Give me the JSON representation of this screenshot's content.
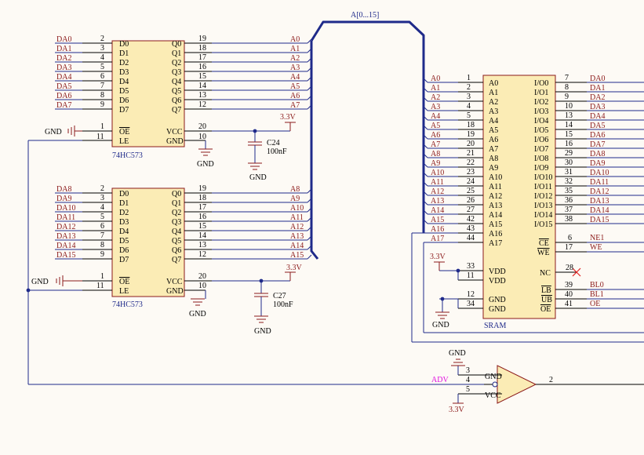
{
  "bus_name": "A[0...15]",
  "latch_top": {
    "part": "74HC573",
    "inputs": [
      "DA0",
      "DA1",
      "DA2",
      "DA3",
      "DA4",
      "DA5",
      "DA6",
      "DA7"
    ],
    "in_pins": [
      "2",
      "3",
      "4",
      "5",
      "6",
      "7",
      "8",
      "9"
    ],
    "in_names": [
      "D0",
      "D1",
      "D2",
      "D3",
      "D4",
      "D5",
      "D6",
      "D7"
    ],
    "out_names": [
      "Q0",
      "Q1",
      "Q2",
      "Q3",
      "Q4",
      "Q5",
      "Q6",
      "Q7"
    ],
    "out_pins": [
      "19",
      "18",
      "17",
      "16",
      "15",
      "14",
      "13",
      "12"
    ],
    "outputs": [
      "A0",
      "A1",
      "A2",
      "A3",
      "A4",
      "A5",
      "A6",
      "A7"
    ],
    "oe_pin": "1",
    "le_pin": "11",
    "oe_name": "OE",
    "le_name": "LE",
    "vcc_pin": "20",
    "gnd_pin": "10",
    "vcc_name": "VCC",
    "gnd_name": "GND",
    "gnd_label": "GND",
    "power_label": "3.3V",
    "cap_ref": "C24",
    "cap_value": "100nF"
  },
  "latch_bottom": {
    "part": "74HC573",
    "inputs": [
      "DA8",
      "DA9",
      "DA10",
      "DA11",
      "DA12",
      "DA13",
      "DA14",
      "DA15"
    ],
    "in_pins": [
      "2",
      "3",
      "4",
      "5",
      "6",
      "7",
      "8",
      "9"
    ],
    "in_names": [
      "D0",
      "D1",
      "D2",
      "D3",
      "D4",
      "D5",
      "D6",
      "D7"
    ],
    "out_names": [
      "Q0",
      "Q1",
      "Q2",
      "Q3",
      "Q4",
      "Q5",
      "Q6",
      "Q7"
    ],
    "out_pins": [
      "19",
      "18",
      "17",
      "16",
      "15",
      "14",
      "13",
      "12"
    ],
    "outputs": [
      "A8",
      "A9",
      "A10",
      "A11",
      "A12",
      "A13",
      "A14",
      "A15"
    ],
    "oe_pin": "1",
    "le_pin": "11",
    "oe_name": "OE",
    "le_name": "LE",
    "vcc_pin": "20",
    "gnd_pin": "10",
    "vcc_name": "VCC",
    "gnd_name": "GND",
    "gnd_label": "GND",
    "power_label": "3.3V",
    "cap_ref": "C27",
    "cap_value": "100nF"
  },
  "sram": {
    "part": "SRAM",
    "addr_nets": [
      "A0",
      "A1",
      "A2",
      "A3",
      "A4",
      "A5",
      "A6",
      "A7",
      "A8",
      "A9",
      "A10",
      "A11",
      "A12",
      "A13",
      "A14",
      "A15",
      "A16",
      "A17"
    ],
    "addr_pins": [
      "1",
      "2",
      "3",
      "4",
      "5",
      "18",
      "19",
      "20",
      "21",
      "22",
      "23",
      "24",
      "25",
      "26",
      "27",
      "42",
      "43",
      "44"
    ],
    "addr_names": [
      "A0",
      "A1",
      "A2",
      "A3",
      "A4",
      "A5",
      "A6",
      "A7",
      "A8",
      "A9",
      "A10",
      "A11",
      "A12",
      "A13",
      "A14",
      "A15",
      "A16",
      "A17"
    ],
    "io_names": [
      "I/O0",
      "I/O1",
      "I/O2",
      "I/O3",
      "I/O4",
      "I/O5",
      "I/O6",
      "I/O7",
      "I/O8",
      "I/O9",
      "I/O10",
      "I/O11",
      "I/O12",
      "I/O13",
      "I/O14",
      "I/O15"
    ],
    "io_pins": [
      "7",
      "8",
      "9",
      "10",
      "13",
      "14",
      "15",
      "16",
      "29",
      "30",
      "31",
      "32",
      "35",
      "36",
      "37",
      "38"
    ],
    "io_nets": [
      "DA0",
      "DA1",
      "DA2",
      "DA3",
      "DA4",
      "DA5",
      "DA6",
      "DA7",
      "DA8",
      "DA9",
      "DA10",
      "DA11",
      "DA12",
      "DA13",
      "DA14",
      "DA15"
    ],
    "ce_name": "CE",
    "ce_pin": "6",
    "ce_net": "NE1",
    "we_name": "WE",
    "we_pin": "17",
    "we_net": "WE",
    "vdd_name": "VDD",
    "vdd_pins": [
      "33",
      "11"
    ],
    "nc_name": "NC",
    "nc_pin": "28",
    "gnd_name": "GND",
    "gnd_pins": [
      "12",
      "34"
    ],
    "lb_name": "LB",
    "lb_pin": "39",
    "lb_net": "BL0",
    "ub_name": "UB",
    "ub_pin": "40",
    "ub_net": "BL1",
    "oe_name": "OE",
    "oe_pin": "41",
    "oe_net": "OE",
    "power_label": "3.3V",
    "gnd_label": "GND"
  },
  "inverter": {
    "net_in": "ADV",
    "in_pin": "4",
    "gnd_pin": "3",
    "gnd_name": "GND",
    "vcc_pin": "5",
    "vcc_name": "VCC",
    "out_pin": "2",
    "gnd_label": "GND",
    "power_label": "3.3V"
  }
}
